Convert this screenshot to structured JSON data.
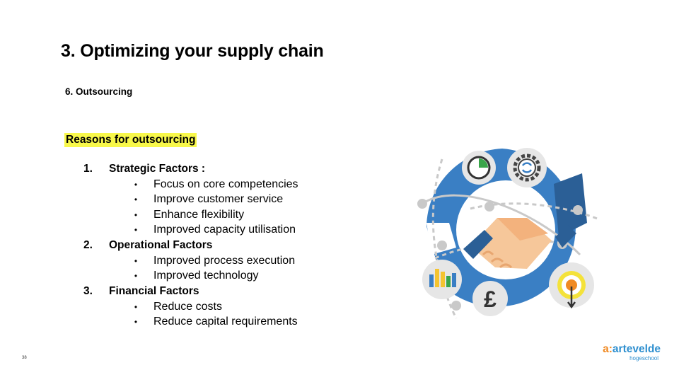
{
  "slide": {
    "title": "3. Optimizing your supply chain",
    "subtitle": "6. Outsourcing",
    "section_heading": "Reasons for outsourcing",
    "page_number": "38"
  },
  "factors": [
    {
      "number": "1.",
      "title": "Strategic Factors :",
      "bullets": [
        "Focus on core competencies",
        "Improve customer service",
        "Enhance flexibility",
        "Improved capacity utilisation"
      ]
    },
    {
      "number": "2.",
      "title": "Operational Factors",
      "bullets": [
        "Improved process execution",
        "Improved technology"
      ]
    },
    {
      "number": "3.",
      "title": "Financial Factors",
      "bullets": [
        "Reduce costs",
        "Reduce capital requirements"
      ]
    }
  ],
  "bullet_glyph": "•",
  "illustration": {
    "currency_symbol": "£",
    "icons": [
      "clock-icon",
      "gear-icon",
      "handshake-icon",
      "bar-chart-icon",
      "pound-coin-icon",
      "target-icon"
    ]
  },
  "logo": {
    "mark": "a:",
    "name": "artevelde",
    "sub": "hogeschool"
  },
  "colors": {
    "highlight": "#f8f84a",
    "brand_blue": "#2e8fcf",
    "brand_orange": "#f08a24",
    "ring_blue": "#3a7fc4",
    "ring_dark_blue": "#2b5f96",
    "icon_circle": "#e6e6e6"
  }
}
